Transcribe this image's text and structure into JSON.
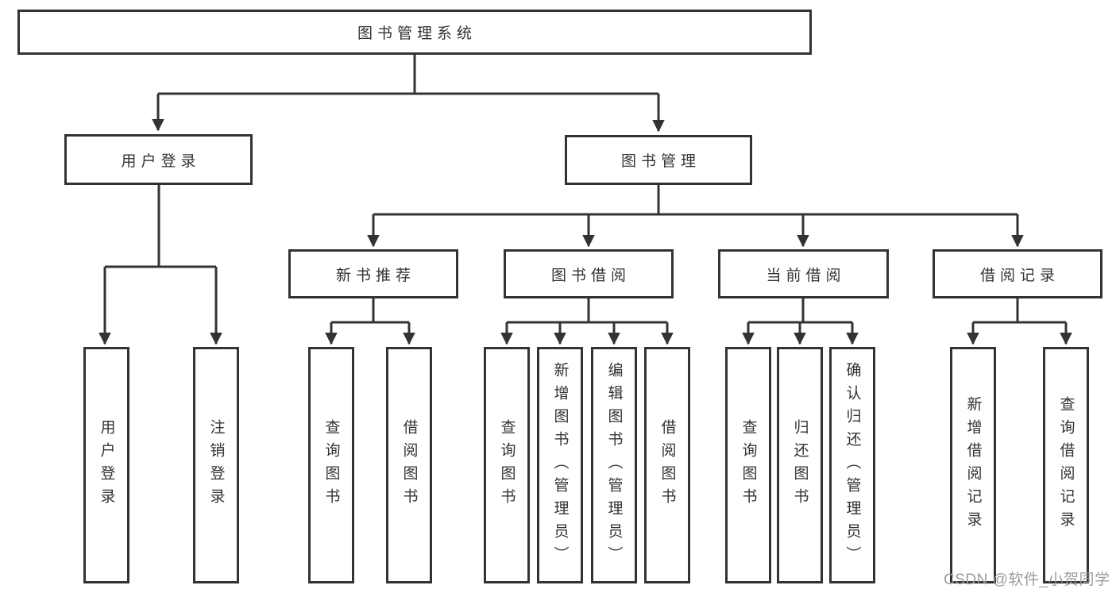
{
  "tree": {
    "label": "图书管理系统",
    "children": [
      {
        "label": "用户登录",
        "children": [
          {
            "label": "用户登录"
          },
          {
            "label": "注销登录"
          }
        ]
      },
      {
        "label": "图书管理",
        "children": [
          {
            "label": "新书推荐",
            "children": [
              {
                "label": "查询图书"
              },
              {
                "label": "借阅图书"
              }
            ]
          },
          {
            "label": "图书借阅",
            "children": [
              {
                "label": "查询图书"
              },
              {
                "label": "新增图书（管理员）"
              },
              {
                "label": "编辑图书（管理员）"
              },
              {
                "label": "借阅图书"
              }
            ]
          },
          {
            "label": "当前借阅",
            "children": [
              {
                "label": "查询图书"
              },
              {
                "label": "归还图书"
              },
              {
                "label": "确认归还（管理员）"
              }
            ]
          },
          {
            "label": "借阅记录",
            "children": [
              {
                "label": "新增借阅记录"
              },
              {
                "label": "查询借阅记录"
              }
            ]
          }
        ]
      }
    ]
  },
  "watermark": {
    "text": "CSDN @软件_小贺同学"
  },
  "colors": {
    "line": "#333333",
    "box_border": "#333333",
    "text": "#333333",
    "watermark": "#9c9c9c",
    "background": "#ffffff"
  }
}
